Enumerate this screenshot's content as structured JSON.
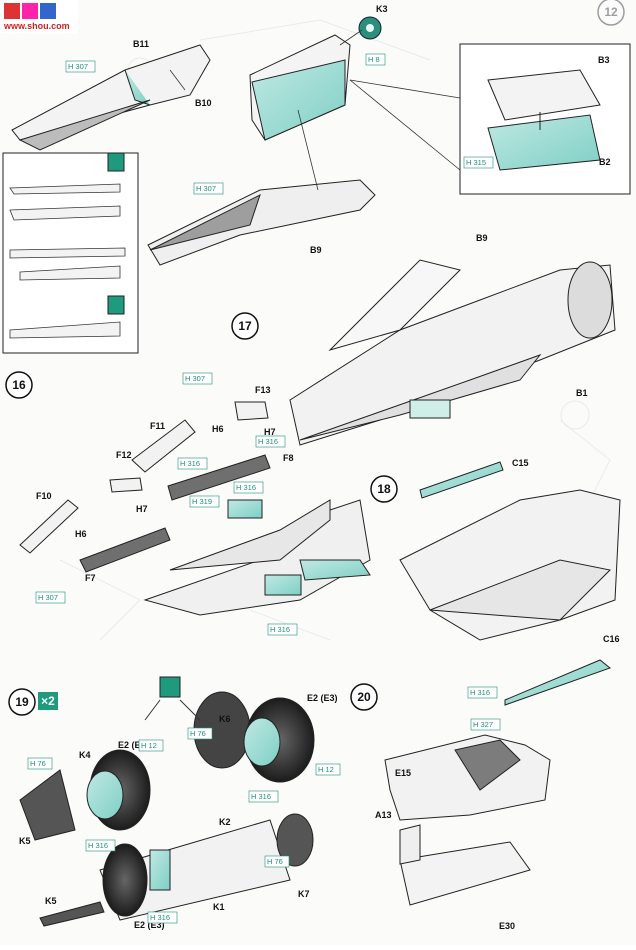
{
  "watermark": {
    "url": "www.shou.com"
  },
  "page_number": "12",
  "steps": [
    "17",
    "16",
    "18",
    "19",
    "20"
  ],
  "quantity_badge": "×2",
  "part_labels": [
    "K3",
    "B11",
    "B10",
    "B3",
    "B2",
    "B9",
    "B9",
    "B1",
    "F13",
    "F11",
    "H6",
    "H7",
    "F8",
    "F12",
    "H7",
    "F10",
    "H6",
    "F7",
    "C15",
    "C16",
    "K6",
    "E2 (E3)",
    "E2 (E3)",
    "K4",
    "K5",
    "K2",
    "K7",
    "K1",
    "K5",
    "E2 (E3)",
    "E15",
    "A13",
    "E30"
  ],
  "paint_codes": [
    "H 307",
    "H 8",
    "H 307",
    "H 315",
    "H 307",
    "H 316",
    "H 316",
    "H 319",
    "H 316",
    "H 307",
    "H 316",
    "H 316",
    "H 76",
    "H 12",
    "H 76",
    "H 316",
    "H 12",
    "H 316",
    "H 76",
    "H 316",
    "H 327"
  ]
}
